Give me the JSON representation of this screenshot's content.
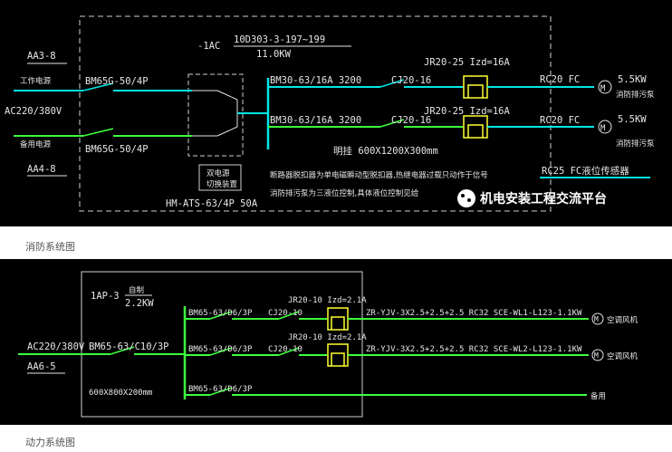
{
  "diagram1": {
    "caption": "消防系统图",
    "feeder_title": "-1AC",
    "feeder_code": "10D303-3-197~199",
    "feeder_power": "11.0KW",
    "src1_code": "AA3-8",
    "src1_name": "工作电源",
    "supply": "AC220/380V",
    "src2_name": "备用电源",
    "src2_code": "AA4-8",
    "main_breaker_1": "BM65G-50/4P",
    "main_breaker_2": "BM65G-50/4P",
    "ats_label_1": "双电源",
    "ats_label_2": "切换装置",
    "ats_model": "HM-ATS-63/4P 50A",
    "branch_breaker_1": "BM30-63/16A 3200",
    "branch_breaker_2": "BM30-63/16A 3200",
    "contactor_1": "CJ20-16",
    "contactor_2": "CJ20-16",
    "relay_1": "JR20-25 Izd=16A",
    "relay_2": "JR20-25 Izd=16A",
    "circuit_1": "RC20 FC",
    "circuit_2": "RC20 FC",
    "circuit_3": "RC25 FC液位传感器",
    "load_power_1": "5.5KW",
    "load_name_1": "消防排污泵",
    "load_power_2": "5.5KW",
    "load_name_2": "消防排污泵",
    "cabinet": "明挂 600X1200X300mm",
    "note_1": "断路器脱扣器为单电磁瞬动型脱扣器,热继电器过载只动作于信号",
    "note_2": "消防排污泵为三液位控制,具体液位控制见给",
    "watermark": "机电安装工程交流平台",
    "colors": {
      "green": "#3dff3d",
      "cyan": "#00e6e6",
      "red": "#ff3b3b",
      "yellow": "#ffff33",
      "dash": "#cfcfcf"
    }
  },
  "diagram2": {
    "caption": "动力系统图",
    "panel_code": "1AP-3",
    "panel_type": "自制",
    "panel_power": "2.2KW",
    "supply": "AC220/380V",
    "main_breaker": "BM65-63/C10/3P",
    "src_code": "AA6-5",
    "cabinet": "600X800X200mm",
    "branch_breaker_1": "BM65-63/D6/3P",
    "branch_breaker_2": "BM65-63/D6/3P",
    "branch_breaker_3": "BM65-63/D6/3P",
    "contactor_1": "CJ20-10",
    "contactor_2": "CJ20-10",
    "relay_1": "JR20-10 Izd=2.1A",
    "relay_2": "JR20-10 Izd=2.1A",
    "cable_1": "ZR-YJV-3X2.5+2.5+2.5 RC32 SCE-WL1-L123-1.1KW",
    "cable_2": "ZR-YJV-3X2.5+2.5+2.5 RC32 SCE-WL2-L123-1.1KW",
    "load_1": "空调风机",
    "load_2": "空调风机",
    "load_3": "备用"
  }
}
